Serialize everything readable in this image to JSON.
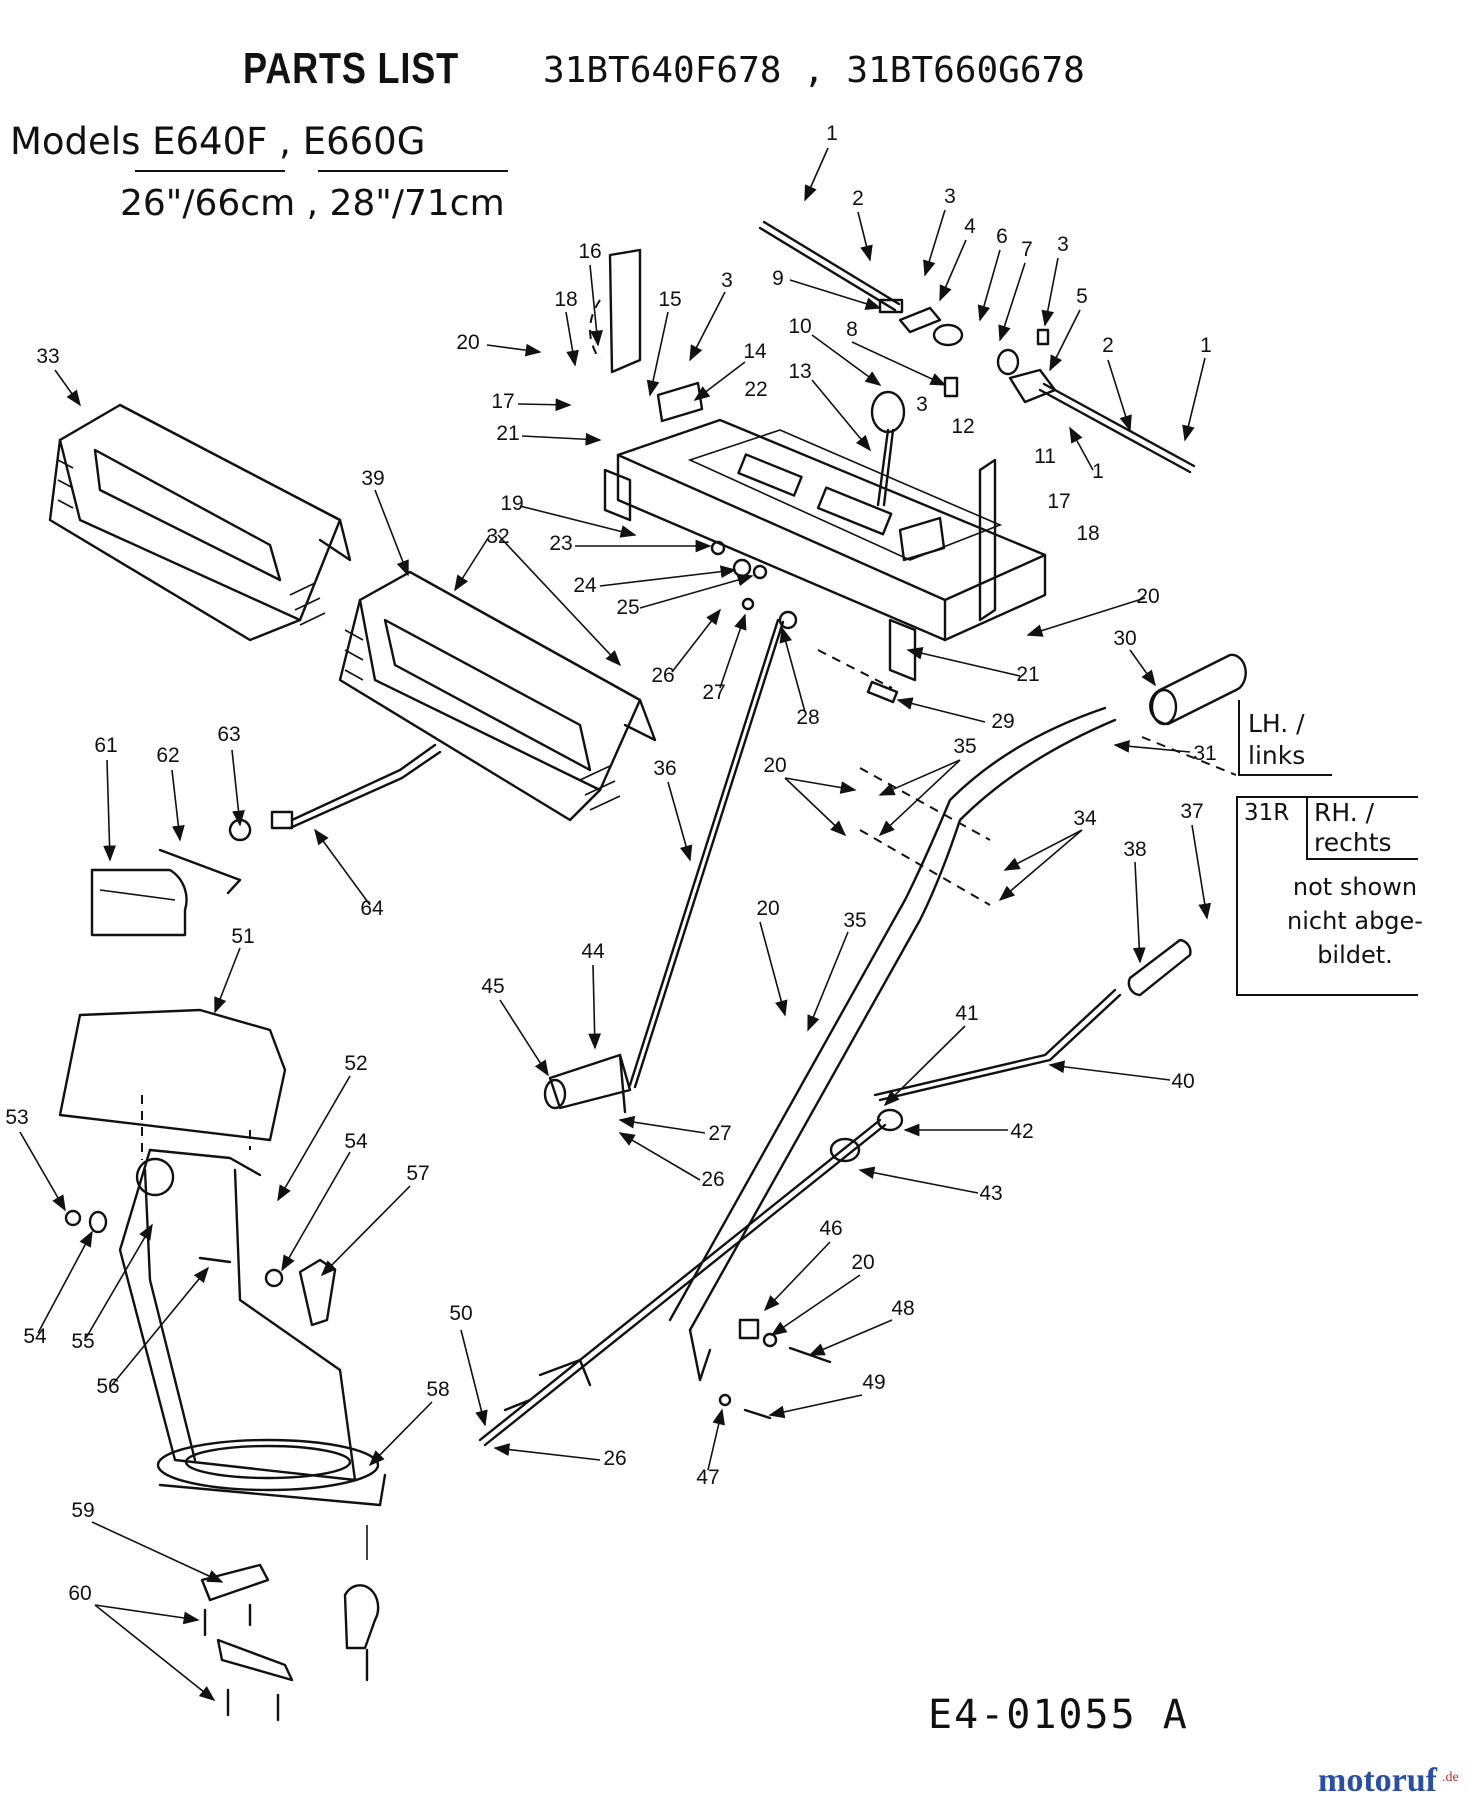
{
  "header": {
    "title": "PARTS LIST",
    "codes": "31BT640F678 , 31BT660G678",
    "models": "Models E640F , E660G",
    "sizes": "26\"/66cm , 28\"/71cm"
  },
  "notes": {
    "lh": "LH. /",
    "lh_de": "links",
    "ref_31r": "31R",
    "rh": "RH. /",
    "rh_de": "rechts",
    "not_shown": "not shown",
    "not_shown_de_1": "nicht abge-",
    "not_shown_de_2": "bildet."
  },
  "drawing_code": "E4-01055 A",
  "watermark": {
    "brand": "motoruf",
    "tld": ".de",
    "color": "#2a4fa0"
  },
  "part_labels": [
    "1",
    "2",
    "3",
    "4",
    "5",
    "6",
    "7",
    "8",
    "9",
    "10",
    "11",
    "12",
    "13",
    "14",
    "15",
    "16",
    "17",
    "18",
    "19",
    "20",
    "21",
    "22",
    "23",
    "24",
    "25",
    "26",
    "27",
    "28",
    "29",
    "30",
    "31",
    "32",
    "33",
    "34",
    "35",
    "36",
    "37",
    "38",
    "39",
    "40",
    "41",
    "42",
    "43",
    "44",
    "45",
    "46",
    "47",
    "48",
    "49",
    "50",
    "51",
    "52",
    "53",
    "54",
    "55",
    "56",
    "57",
    "58",
    "59",
    "60",
    "61",
    "62",
    "63",
    "64"
  ]
}
